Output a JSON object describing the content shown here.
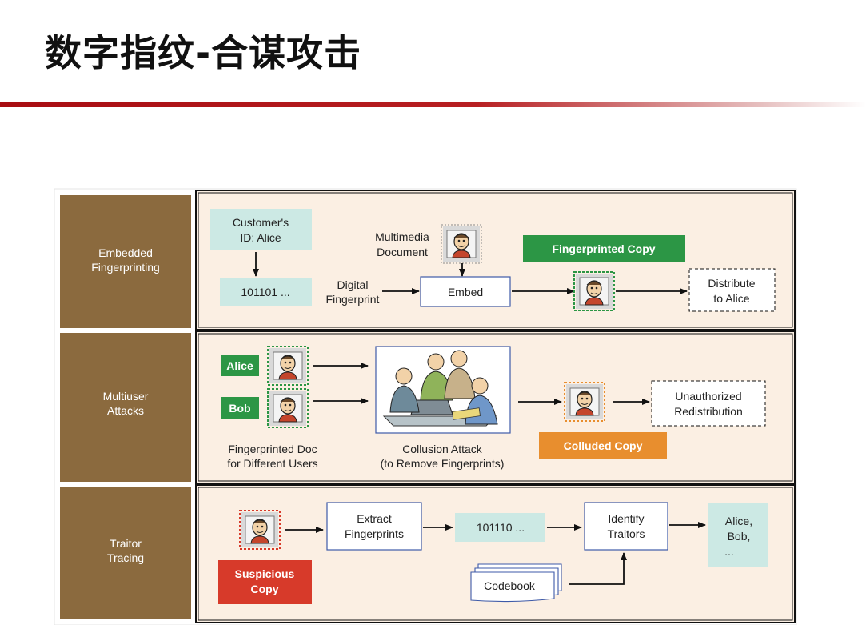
{
  "title": "数字指纹-合谋攻击",
  "colors": {
    "accent_rule": "#b71f22",
    "side_label_bg": "#8b6a3e",
    "panel_bg": "#fbefe3",
    "light_box": "#cce9e4",
    "green": "#2c9645",
    "orange": "#e88e2e",
    "red": "#d73a2a",
    "blue_border": "#3e5aa8"
  },
  "rows": {
    "embedded": {
      "label_line1": "Embedded",
      "label_line2": "Fingerprinting",
      "customer_line1": "Customer's",
      "customer_line2": "ID:  Alice",
      "bits": "101101 ...",
      "digital_line1": "Digital",
      "digital_line2": "Fingerprint",
      "multimedia_line1": "Multimedia",
      "multimedia_line2": "Document",
      "embed": "Embed",
      "fingerprinted_copy": "Fingerprinted Copy",
      "distribute_line1": "Distribute",
      "distribute_line2": "to Alice"
    },
    "multiuser": {
      "label_line1": "Multiuser",
      "label_line2": "Attacks",
      "alice": "Alice",
      "bob": "Bob",
      "doc_line1": "Fingerprinted Doc",
      "doc_line2": "for Different Users",
      "collusion_line1": "Collusion Attack",
      "collusion_line2": "(to Remove Fingerprints)",
      "colluded_copy": "Colluded Copy",
      "unauth_line1": "Unauthorized",
      "unauth_line2": "Redistribution"
    },
    "traitor": {
      "label_line1": "Traitor",
      "label_line2": "Tracing",
      "suspicious_line1": "Suspicious",
      "suspicious_line2": "Copy",
      "extract_line1": "Extract",
      "extract_line2": "Fingerprints",
      "bits": "101110 ...",
      "codebook": "Codebook",
      "identify_line1": "Identify",
      "identify_line2": "Traitors",
      "result_line1": "Alice,",
      "result_line2": "Bob,",
      "result_line3": "..."
    }
  }
}
